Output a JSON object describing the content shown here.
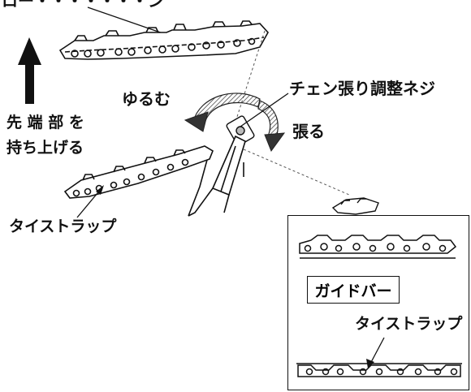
{
  "labels": {
    "top_cutoff": "ロー・・・・・・・ン",
    "loosen": "ゆるむ",
    "adjust_screw": "チェン張り調整ネジ",
    "lift_line1": "先 端 部 を",
    "lift_line2": "持ち上げる",
    "tighten": "張る",
    "tie_strap": "タイストラップ"
  },
  "inset": {
    "guide_bar": "ガイドバー",
    "tie_strap": "タイストラップ"
  },
  "icons": {
    "up_arrow": "thick-up-arrow",
    "rotation_arrow": "curved-double-arrow",
    "screwdriver": "screwdriver"
  },
  "colors": {
    "line": "#111111",
    "arrow_fill": "#222222",
    "background": "#ffffff"
  }
}
